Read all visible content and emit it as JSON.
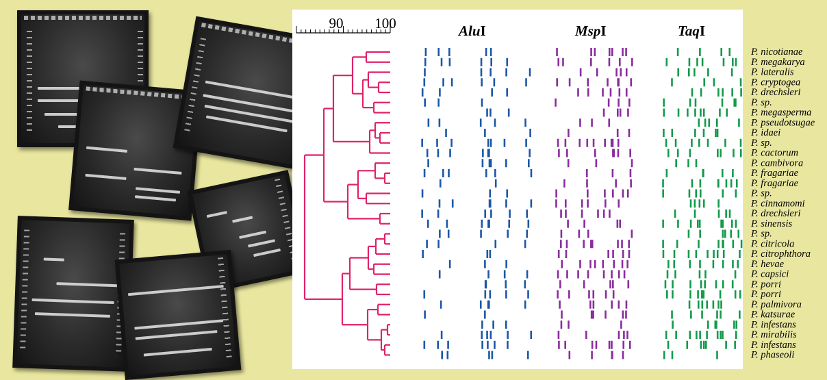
{
  "scale": {
    "ticks": [
      "90",
      "100"
    ]
  },
  "enzymes": [
    {
      "italic": "Alu",
      "roman": "I",
      "color": "#1b57a8"
    },
    {
      "italic": "Msp",
      "roman": "I",
      "color": "#8a2c9e"
    },
    {
      "italic": "Taq",
      "roman": "I",
      "color": "#139a4a"
    }
  ],
  "dendrogram_color": "#e0226a",
  "species": [
    "P. nicotianae",
    "P. megakarya",
    "P. lateralis",
    "P. cryptogea",
    "P. drechsleri",
    "P. sp.",
    "P. megasperma",
    "P. pseudotsugae",
    "P. idaei",
    "P. sp.",
    "P. cactorum",
    "P. cambivora",
    "P. fragariae",
    "P. fragariae",
    "P. sp.",
    "P. cinnamomi",
    "P. drechsleri",
    "P. sinensis",
    "P. sp.",
    "P. citricola",
    "P. citrophthora",
    "P. hevae",
    "P. capsici",
    "P. porri",
    "P. porri",
    "P. palmivora",
    "P. katsurae",
    "P. infestans",
    "P. mirabilis",
    "P. infestans",
    "P. phaseoli"
  ]
}
